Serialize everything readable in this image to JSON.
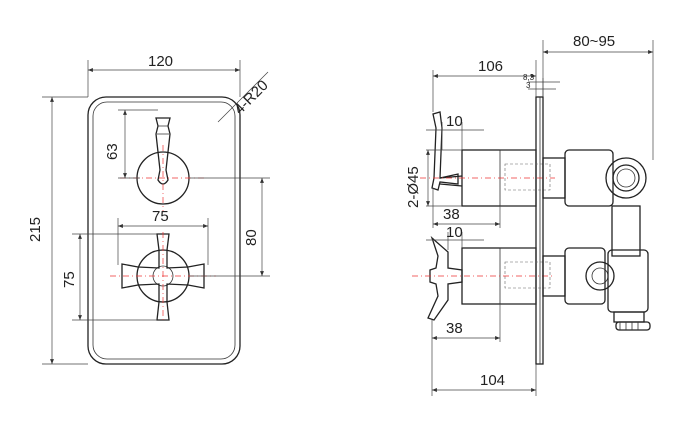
{
  "labels": {
    "front_width": "120",
    "corner_radius": "4-R20",
    "front_height": "215",
    "upper_offset": "63",
    "handle_spacing": "75",
    "center_distance": "80",
    "lower_offset": "75",
    "side_depth_top": "106",
    "side_projection": "80~95",
    "plate_83": "8,3",
    "plate_3": "3",
    "handle_10_top": "10",
    "diameter": "2-Ø45",
    "handle_38_top": "38",
    "handle_10_bottom": "10",
    "handle_38_bottom": "38",
    "side_depth_bottom": "104"
  }
}
